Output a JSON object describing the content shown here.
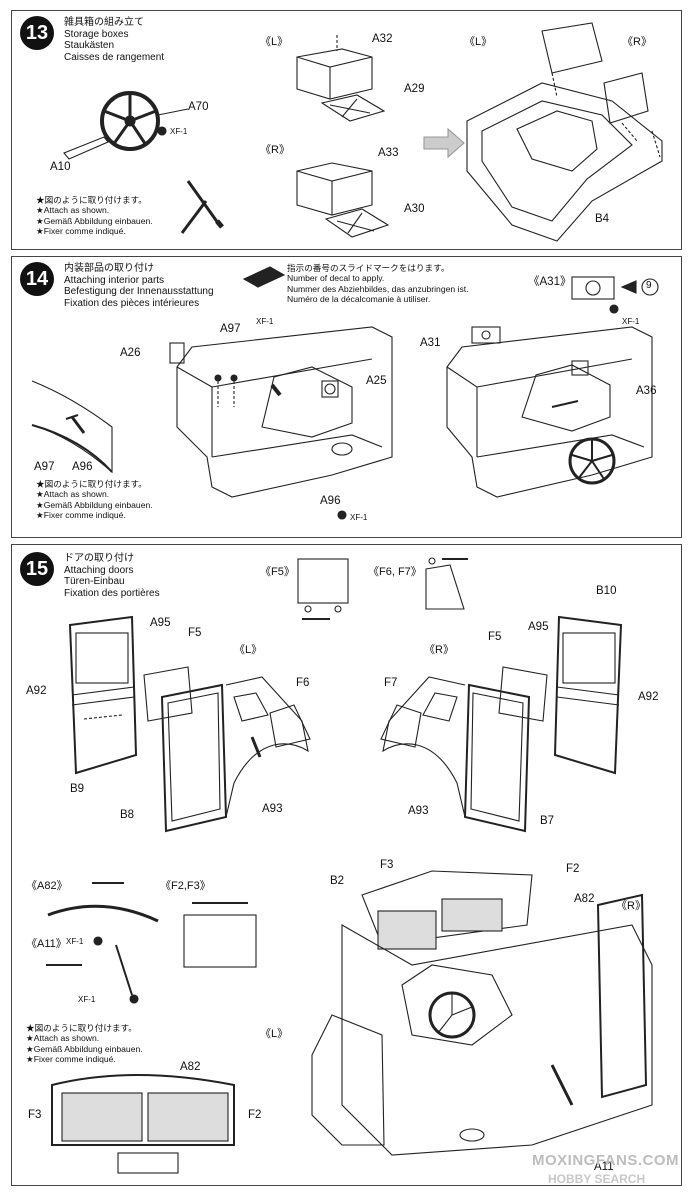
{
  "steps": [
    {
      "number": "13",
      "titles": [
        "雑具箱の組み立て",
        "Storage boxes",
        "Staukästen",
        "Caisses de rangement"
      ],
      "notes": [
        "★図のように取り付けます。",
        "★Attach as shown.",
        "★Gemäß Abbildung einbauen.",
        "★Fixer comme indiqué."
      ],
      "sides": [
        "《L》",
        "《R》",
        "《L》",
        "《R》"
      ],
      "parts": [
        "A32",
        "A29",
        "A33",
        "A30",
        "A70",
        "A10",
        "B4",
        "XF-1"
      ]
    },
    {
      "number": "14",
      "titles": [
        "内装部品の取り付け",
        "Attaching interior parts",
        "Befestigung der Innenausstattung",
        "Fixation des pièces intérieures"
      ],
      "decal_note": [
        "指示の番号のスライドマークをはります。",
        "Number of decal to apply.",
        "Nummer des Abziehbildes, das anzubringen ist.",
        "Numéro de la décalcomanie à utiliser."
      ],
      "notes": [
        "★図のように取り付けます。",
        "★Attach as shown.",
        "★Gemäß Abbildung einbauen.",
        "★Fixer comme indiqué."
      ],
      "sub_label": "《A31》",
      "decal_number": "9",
      "parts": [
        "A97",
        "XF-1",
        "A26",
        "A25",
        "A96",
        "XF-1",
        "A31",
        "A36",
        "A97",
        "A96",
        "XF-1"
      ]
    },
    {
      "number": "15",
      "titles": [
        "ドアの取り付け",
        "Attaching doors",
        "Türen-Einbau",
        "Fixation des portières"
      ],
      "notes": [
        "★図のように取り付けます。",
        "★Attach as shown.",
        "★Gemäß Abbildung einbauen.",
        "★Fixer comme indiqué."
      ],
      "sub_labels": [
        "《F5》",
        "《F6, F7》",
        "《L》",
        "《R》",
        "《A82》",
        "《F2,F3》",
        "《A11》",
        "《R》",
        "《L》"
      ],
      "parts": [
        "A95",
        "F5",
        "F6",
        "A92",
        "B9",
        "B8",
        "A93",
        "B10",
        "A95",
        "F5",
        "F7",
        "A92",
        "A93",
        "B7",
        "F3",
        "B2",
        "F2",
        "A82",
        "A11",
        "XF-1",
        "XF-1",
        "A82",
        "F3",
        "F2"
      ]
    }
  ],
  "watermark": {
    "main": "MOXINGFANS.COM",
    "sub": "HOBBY SEARCH"
  }
}
